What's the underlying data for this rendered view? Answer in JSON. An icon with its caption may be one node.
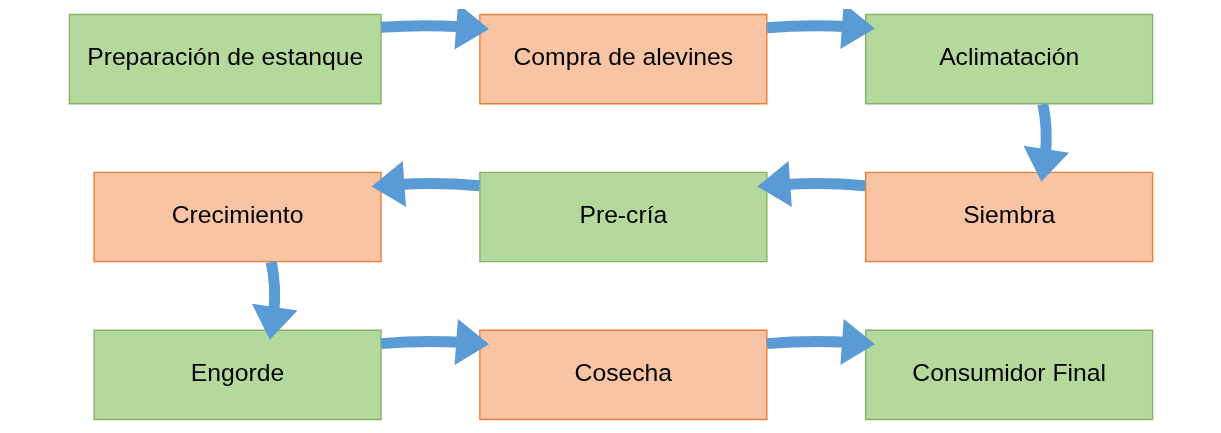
{
  "diagram": {
    "nodes": [
      {
        "text": [
          "Preparación de estanque"
        ]
      },
      {
        "text": [
          "Compra de alevines"
        ]
      },
      {
        "text": [
          "Aclimatación"
        ]
      },
      {
        "text": [
          "Siembra"
        ]
      },
      {
        "text": [
          "Pre-cría"
        ]
      },
      {
        "text": [
          "Crecimiento"
        ]
      },
      {
        "text": [
          "Engorde"
        ]
      },
      {
        "text": [
          "Cosecha"
        ]
      },
      {
        "text": [
          "Consumidor Final"
        ]
      }
    ],
    "edges": [
      {
        "from": 0,
        "to": 1,
        "arrow": "to"
      },
      {
        "from": 1,
        "to": 2,
        "arrow": "to"
      },
      {
        "from": 2,
        "to": 3,
        "arrow": "to"
      },
      {
        "from": 3,
        "to": 4,
        "arrow": "to"
      },
      {
        "from": 4,
        "to": 5,
        "arrow": "to"
      },
      {
        "from": 5,
        "to": 6,
        "arrow": "to"
      },
      {
        "from": 6,
        "to": 7,
        "arrow": "to"
      },
      {
        "from": 7,
        "to": 8,
        "arrow": "to"
      }
    ]
  }
}
